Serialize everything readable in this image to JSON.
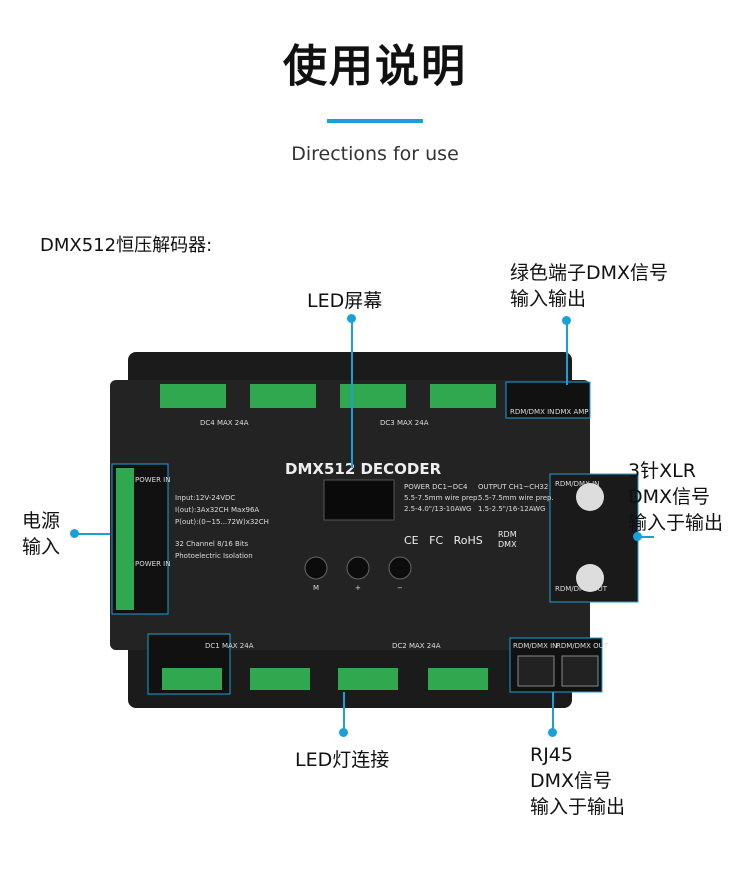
{
  "header": {
    "title": "使用说明",
    "subtitle": "Directions for use"
  },
  "intro": "DMX512恒压解码器:",
  "labels": {
    "led_screen": "LED屏幕",
    "dmx_terminal_l1": "绿色端子DMX信号",
    "dmx_terminal_l2": "输入输出",
    "power_l1": "电源",
    "power_l2": "输入",
    "xlr_l1": "3针XLR",
    "xlr_l2": "DMX信号",
    "xlr_l3": "输入于输出",
    "led_connect": "LED灯连接",
    "rj45_l1": "RJ45",
    "rj45_l2": "DMX信号",
    "rj45_l3": "输入于输出"
  },
  "device": {
    "name": "DMX512 DECODER",
    "specs": [
      "Input:12V-24VDC",
      "I(out):3Ax32CH Max96A",
      "P(out):(0~15...72W)x32CH"
    ],
    "specs2": [
      "32 Channel 8/16 Bits",
      "Photoelectric Isolation"
    ],
    "power_label": "POWER DC1~DC4",
    "power_wire": "5.5-7.5mm wire prep.",
    "power_awg": "2.5-4.0\"/13-10AWG",
    "output_label": "OUTPUT CH1~CH32",
    "output_wire": "5.5-7.5mm wire prep.",
    "output_awg": "1.5-2.5\"/16-12AWG",
    "certs": [
      "CE",
      "FC",
      "RoHS"
    ],
    "rdm": "RDM",
    "dmx": "DMX",
    "buttons": [
      "M",
      "+",
      "−"
    ],
    "top_groups": [
      "DC4 MAX 24A",
      "DC3 MAX 24A"
    ],
    "bottom_groups": [
      "DC1 MAX 24A",
      "DC2 MAX 24A"
    ],
    "dmx_term_labels": [
      "RDM/DMX IN",
      "DMX AMP"
    ],
    "xlr_labels": [
      "RDM/DMX IN",
      "RDM/DMX OUT"
    ],
    "power_in": "POWER IN",
    "rj45_labels": [
      "RDM/DMX IN",
      "RDM/DMX OUT"
    ]
  },
  "colors": {
    "accent": "#1aa0d8",
    "device_body": "#1e1e1e",
    "terminal_green": "#2fa84f"
  }
}
